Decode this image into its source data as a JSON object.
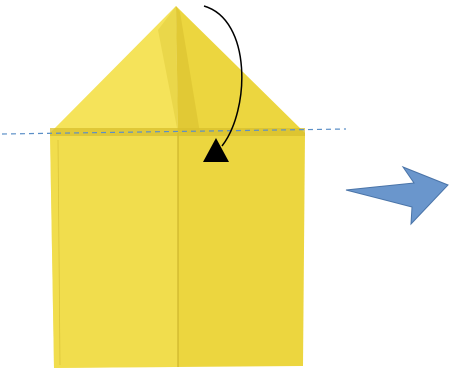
{
  "diagram": {
    "subject": "origami-paper-plane-fold-step",
    "colors": {
      "paper_light": "#f5e35a",
      "paper_mid": "#ecd63f",
      "paper_shadow": "#d8bf2e",
      "crease": "#cdb52c",
      "fold_line": "#5b8fc7",
      "next_arrow_fill": "#6a96cc",
      "next_arrow_stroke": "#4a74a8",
      "fold_arrow": "#000000"
    },
    "fold_line_style": "dashed",
    "fold_direction": "down",
    "next_arrow_direction": "right"
  }
}
